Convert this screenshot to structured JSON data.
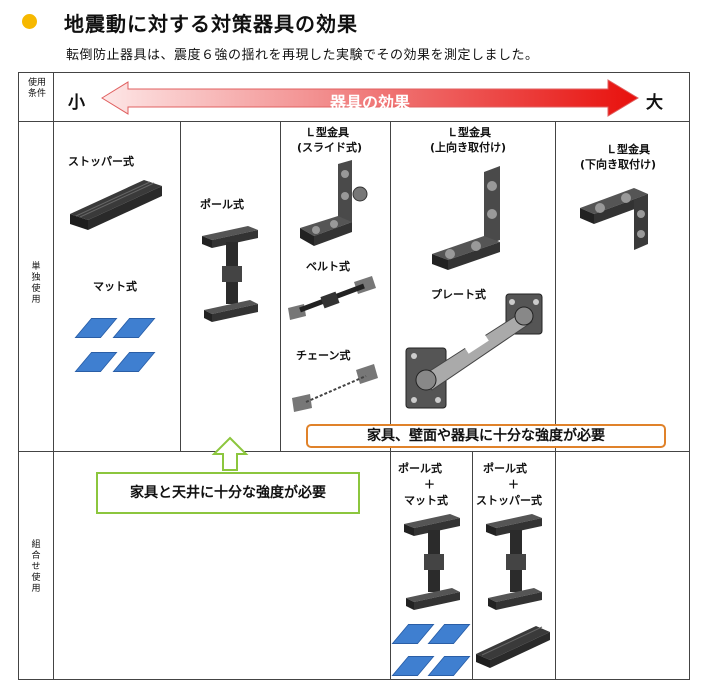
{
  "header": {
    "title": "地震動に対する対策器具の効果",
    "subtitle": "転倒防止器具は、震度６強の揺れを再現した実験でその効果を測定しました。"
  },
  "table": {
    "corner_label": "使用条件",
    "arrow": {
      "small": "小",
      "label": "器具の効果",
      "large": "大"
    },
    "row_single": "単独使用",
    "row_combined": "組合せ使用"
  },
  "devices": {
    "stopper": "ストッパー式",
    "mat": "マット式",
    "pole": "ポール式",
    "l_slide_1": "Ｌ型金具",
    "l_slide_2": "(スライド式)",
    "belt": "ベルト式",
    "chain": "チェーン式",
    "l_up_1": "Ｌ型金具",
    "l_up_2": "(上向き取付け)",
    "plate": "プレート式",
    "l_down_1": "Ｌ型金具",
    "l_down_2": "(下向き取付け)",
    "combo1_1": "ポール式",
    "combo1_2": "＋",
    "combo1_3": "マット式",
    "combo2_1": "ポール式",
    "combo2_2": "＋",
    "combo2_3": "ストッパー式"
  },
  "notes": {
    "strength_furniture": "家具、壁面や器具に十分な強度が必要",
    "strength_ceiling": "家具と天井に十分な強度が必要"
  },
  "colors": {
    "bullet": "#f6b800",
    "arrow_start": "#fbd3d3",
    "arrow_end": "#e8100c",
    "note_orange": "#e0822a",
    "note_green": "#8cc63e",
    "mat_blue": "#3f7fd0"
  }
}
